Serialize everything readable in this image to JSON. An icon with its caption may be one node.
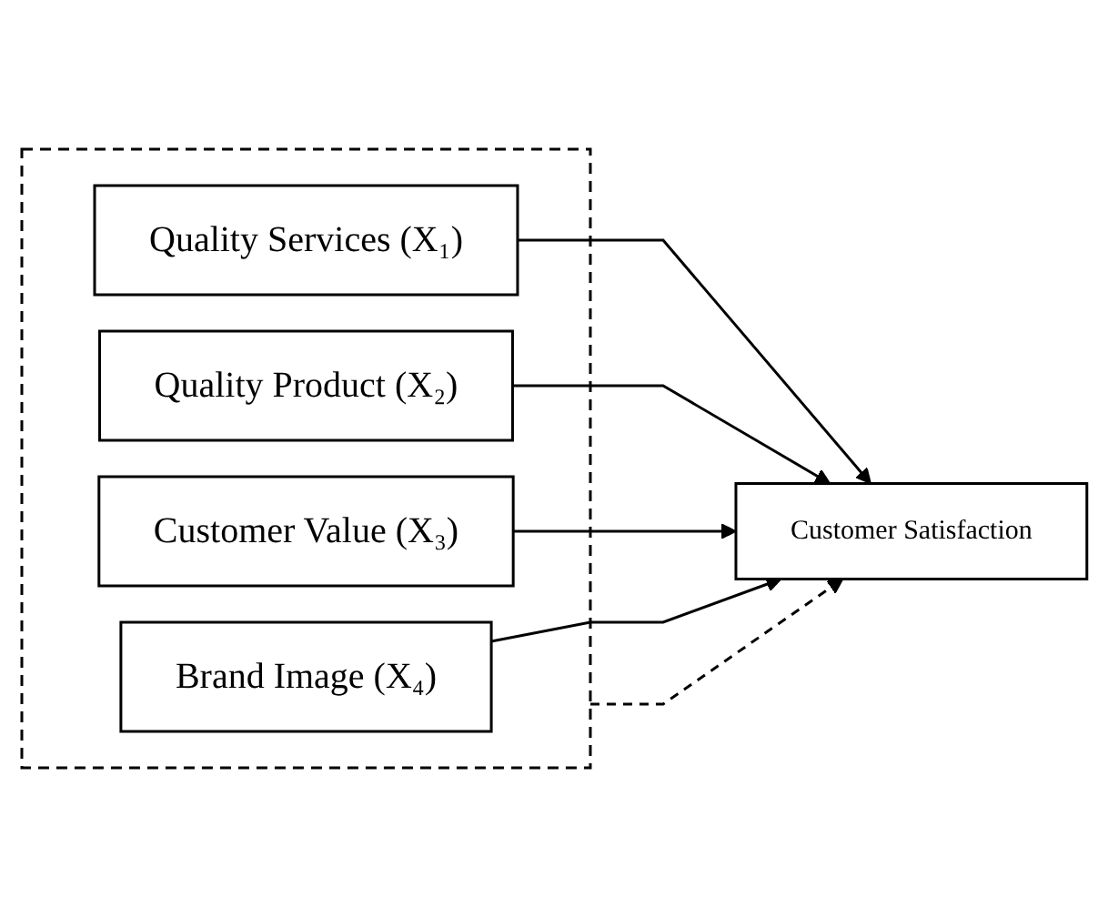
{
  "diagram": {
    "nodes": [
      {
        "text": [],
        "shape": "box"
      },
      {
        "text": [
          "Quality Services (X₁)"
        ],
        "in": 0
      },
      {
        "text": [
          "Quality Product (X₂)"
        ],
        "in": 0
      },
      {
        "text": [
          "Customer Value (X₃)"
        ],
        "in": 0
      },
      {
        "text": [
          "Brand Image (X₄)"
        ],
        "in": 0
      },
      {
        "text": [
          "Customer Satisfaction"
        ]
      }
    ],
    "edges": [
      {
        "from": 1,
        "to": 5,
        "arrow": "to"
      },
      {
        "from": 2,
        "to": 5,
        "arrow": "to"
      },
      {
        "from": 3,
        "to": 5,
        "arrow": "to"
      },
      {
        "from": 4,
        "to": 5,
        "arrow": "to"
      },
      {
        "from": 0,
        "to": 5,
        "arrow": "to",
        "style": "dashed"
      }
    ]
  }
}
